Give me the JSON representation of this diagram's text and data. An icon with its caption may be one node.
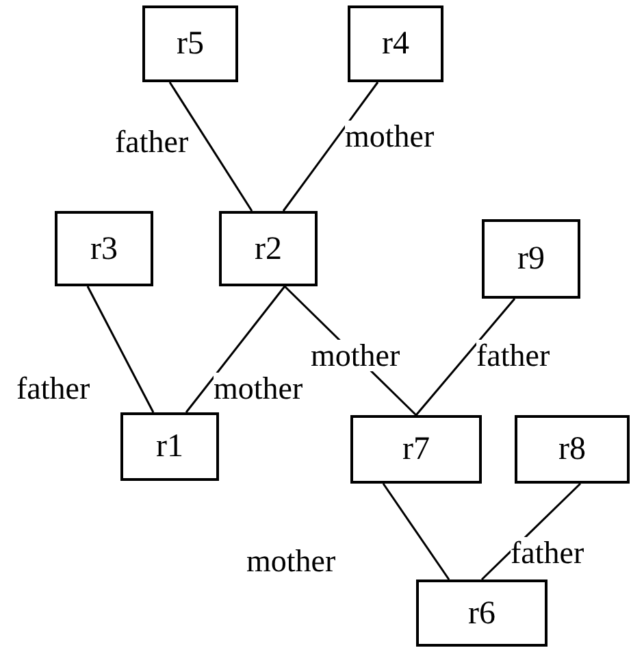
{
  "diagram": {
    "nodes": [
      {
        "text": [
          "r5"
        ]
      },
      {
        "text": [
          "r4"
        ]
      },
      {
        "text": [
          "r3"
        ]
      },
      {
        "text": [
          "r2"
        ]
      },
      {
        "text": [
          "r9"
        ]
      },
      {
        "text": [
          "r1"
        ]
      },
      {
        "text": [
          "r7"
        ]
      },
      {
        "text": [
          "r8"
        ]
      },
      {
        "text": [
          "r6"
        ]
      }
    ],
    "edges": [
      {
        "from": 0,
        "to": 3,
        "arrow": "none",
        "label": "father"
      },
      {
        "from": 1,
        "to": 3,
        "arrow": "none",
        "label": "mother"
      },
      {
        "from": 2,
        "to": 5,
        "arrow": "none",
        "label": "father"
      },
      {
        "from": 3,
        "to": 5,
        "arrow": "none",
        "label": "mother"
      },
      {
        "from": 3,
        "to": 6,
        "arrow": "none",
        "label": "mother"
      },
      {
        "from": 4,
        "to": 6,
        "arrow": "none",
        "label": "father"
      },
      {
        "from": 6,
        "to": 8,
        "arrow": "none",
        "label": "mother"
      },
      {
        "from": 7,
        "to": 8,
        "arrow": "none",
        "label": "father"
      }
    ]
  }
}
